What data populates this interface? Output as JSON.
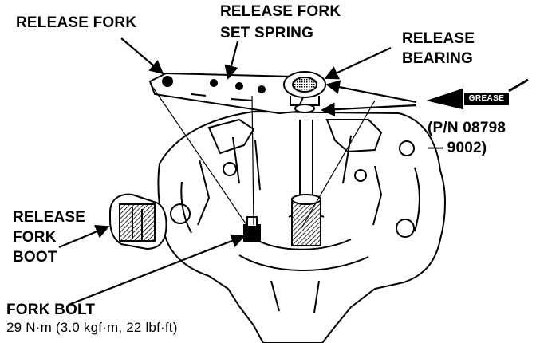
{
  "labels": {
    "release_fork": "RELEASE FORK",
    "release_fork_set_spring": {
      "line1": "RELEASE FORK",
      "line2": "SET SPRING"
    },
    "release_bearing": {
      "line1": "RELEASE",
      "line2": "BEARING"
    },
    "grease_tag": "GREASE",
    "part_number": {
      "line1": "(P/N 08798",
      "line2": "— 9002)"
    },
    "release_fork_boot": {
      "line1": "RELEASE",
      "line2": "FORK",
      "line3": "BOOT"
    },
    "fork_bolt": {
      "line1": "FORK BOLT",
      "line2": "29 N·m (3.0 kgf·m, 22 lbf·ft)"
    }
  },
  "colors": {
    "ink": "#000000",
    "paper": "#ffffff"
  }
}
